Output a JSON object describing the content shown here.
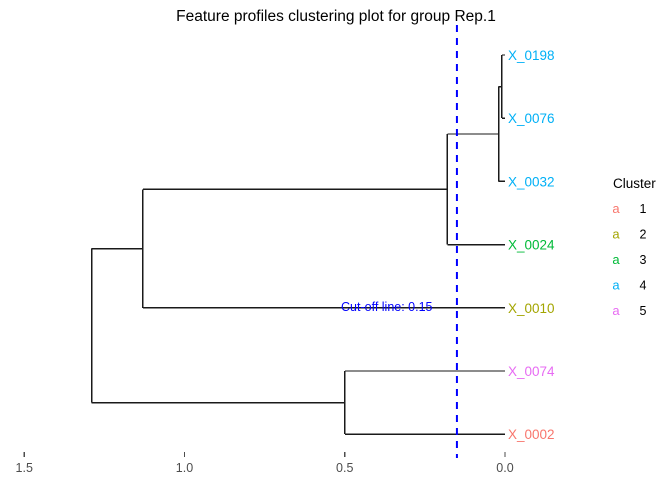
{
  "title": "Feature profiles clustering plot for group Rep.1",
  "cutoff": {
    "value": 0.15,
    "label": "Cut-off line: 0.15",
    "color": "#0000ff"
  },
  "legend": {
    "title": "Cluster",
    "glyph": "a",
    "items": [
      {
        "label": "1",
        "color": "#f8766d"
      },
      {
        "label": "2",
        "color": "#a3a500"
      },
      {
        "label": "3",
        "color": "#00ba38"
      },
      {
        "label": "4",
        "color": "#00b0f6"
      },
      {
        "label": "5",
        "color": "#e76bf3"
      }
    ]
  },
  "chart_data": {
    "type": "dendrogram",
    "title": "Feature profiles clustering plot for group Rep.1",
    "xlabel": "",
    "ylabel": "",
    "xlim": [
      1.62,
      -0.02
    ],
    "axis_direction": "reversed",
    "grid": false,
    "legend_position": "right",
    "xticks": [
      1.5,
      1.0,
      0.5,
      0.0
    ],
    "xtick_labels": [
      "1.5",
      "1.0",
      "0.5",
      "0.0"
    ],
    "cutoff_height": 0.15,
    "cutoff_annotation": "Cut-off line: 0.15",
    "leaves": [
      {
        "name": "X_0198",
        "cluster": 4,
        "color": "#00b0f6",
        "order": 1
      },
      {
        "name": "X_0076",
        "cluster": 4,
        "color": "#00b0f6",
        "order": 2
      },
      {
        "name": "X_0032",
        "cluster": 4,
        "color": "#00b0f6",
        "order": 3
      },
      {
        "name": "X_0024",
        "cluster": 3,
        "color": "#00ba38",
        "order": 4
      },
      {
        "name": "X_0010",
        "cluster": 2,
        "color": "#a3a500",
        "order": 5
      },
      {
        "name": "X_0074",
        "cluster": 5,
        "color": "#e76bf3",
        "order": 6
      },
      {
        "name": "X_0002",
        "cluster": 1,
        "color": "#f8766d",
        "order": 7
      }
    ],
    "merges": [
      {
        "id": "n1",
        "height": 0.01,
        "children": [
          "X_0198",
          "X_0076"
        ]
      },
      {
        "id": "n2",
        "height": 0.02,
        "children": [
          "n1",
          "X_0032"
        ]
      },
      {
        "id": "n3",
        "height": 0.18,
        "children": [
          "n2",
          "X_0024"
        ]
      },
      {
        "id": "n4",
        "height": 0.5,
        "children": [
          "X_0074",
          "X_0002"
        ]
      },
      {
        "id": "n5",
        "height": 1.13,
        "children": [
          "n3",
          "X_0010"
        ]
      },
      {
        "id": "n6",
        "height": 1.29,
        "children": [
          "n5",
          "n4"
        ]
      }
    ]
  }
}
